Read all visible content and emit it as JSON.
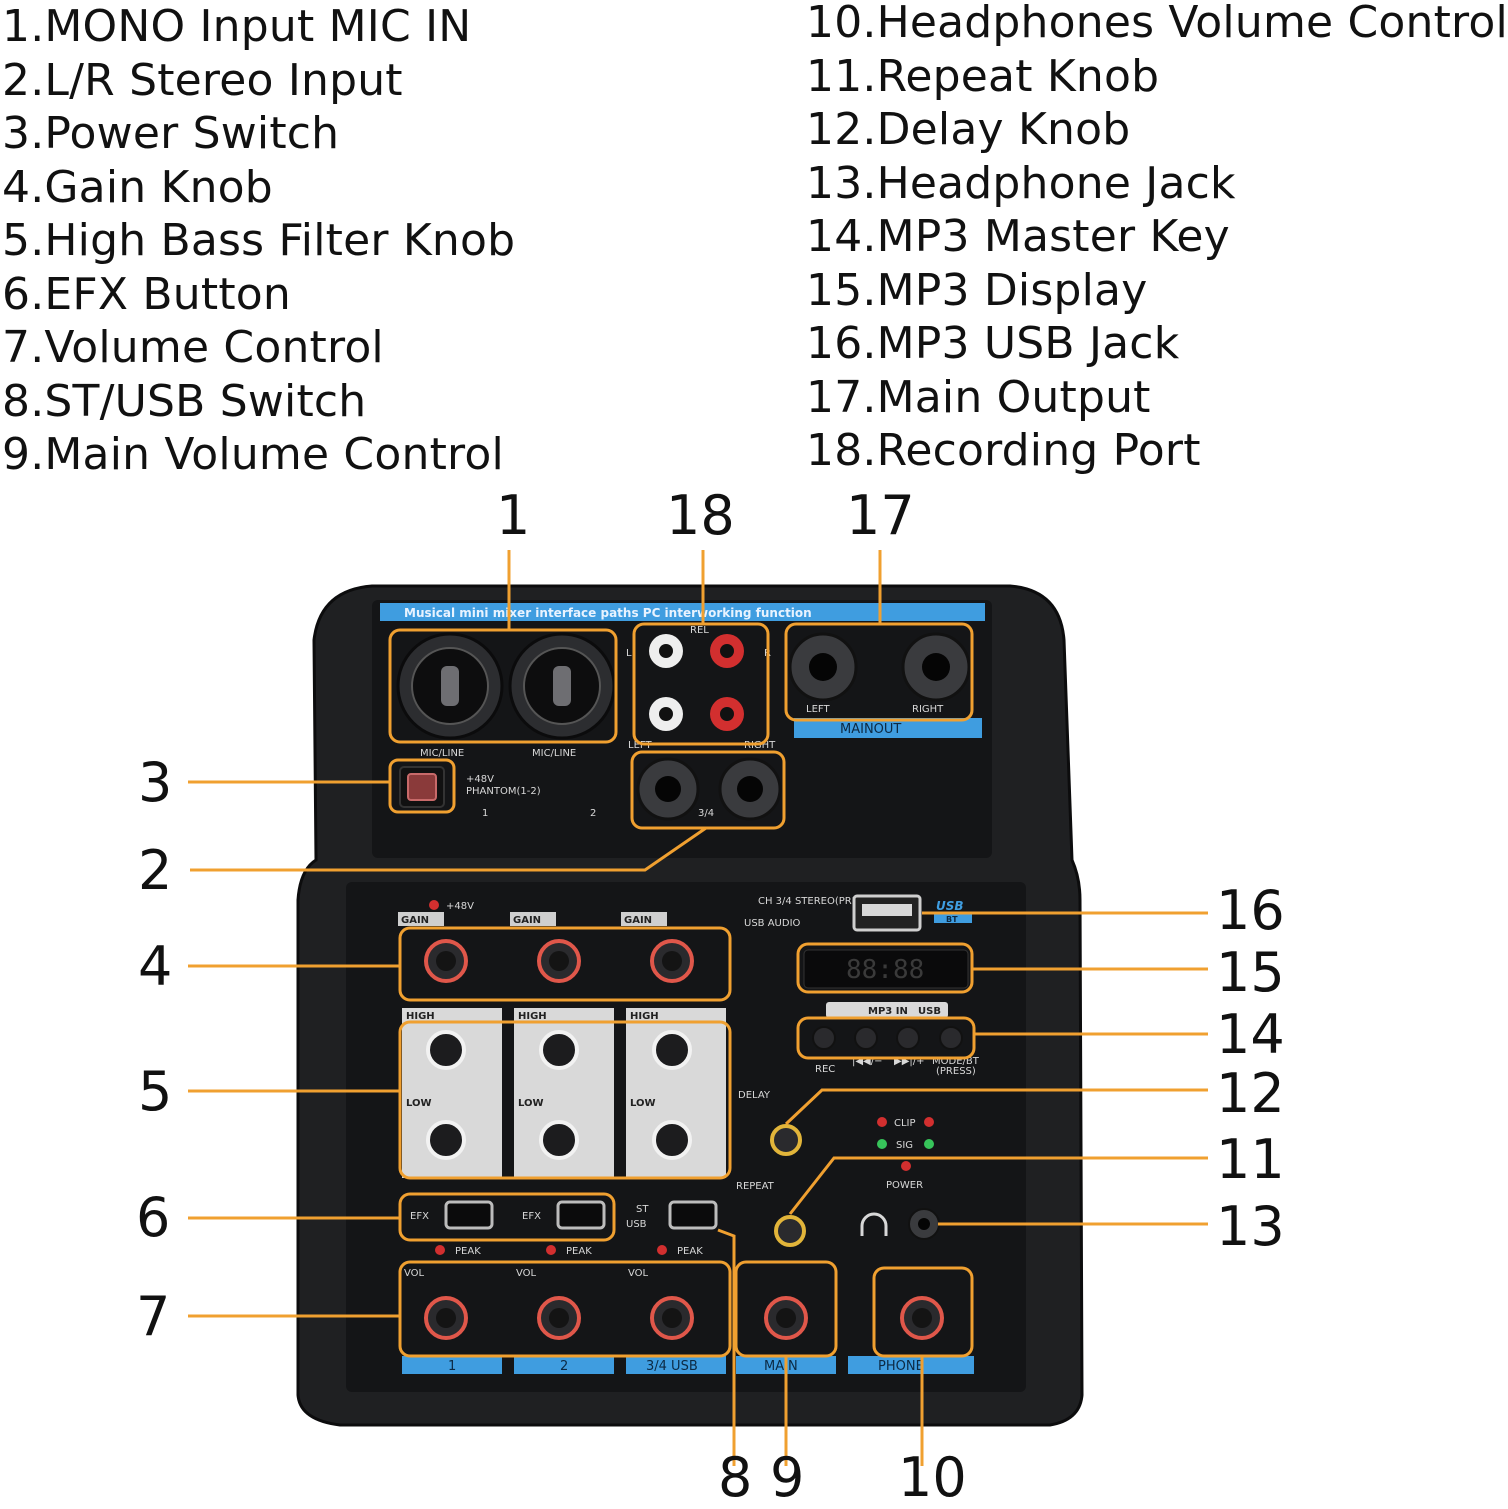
{
  "legend_left": [
    "1.MONO Input MIC IN",
    "2.L/R Stereo Input",
    "3.Power Switch",
    "4.Gain Knob",
    "5.High Bass Filter Knob",
    "6.EFX Button",
    "7.Volume Control",
    "8.ST/USB Switch",
    "9.Main Volume Control"
  ],
  "legend_right": [
    "10.Headphones Volume Control",
    "11.Repeat Knob",
    "12.Delay Knob",
    "13.Headphone Jack",
    "14.MP3 Master Key",
    "15.MP3 Display",
    "16.MP3 USB Jack",
    "17.Main Output",
    "18.Recording Port"
  ],
  "callouts": {
    "c1": "1",
    "c18": "18",
    "c17": "17",
    "c3": "3",
    "c2": "2",
    "c4": "4",
    "c5": "5",
    "c6": "6",
    "c7": "7",
    "c16": "16",
    "c15": "15",
    "c14": "14",
    "c12": "12",
    "c11": "11",
    "c13": "13",
    "c8": "8",
    "c9": "9",
    "c10": "10"
  },
  "panel": {
    "banner": "Musical mini mixer interface paths PC interworking function",
    "mic_line": "MIC/LINE",
    "phantom": "+48V",
    "phantom2": "PHANTOM(1-2)",
    "ch1": "1",
    "ch2": "2",
    "rca_rel": "REL",
    "rca_l": "L",
    "rca_r": "R",
    "rca_left": "LEFT",
    "rca_right": "RIGHT",
    "stereo_34": "3/4",
    "left": "LEFT",
    "right": "RIGHT",
    "mainout": "MAINOUT",
    "gain": "GAIN",
    "high": "HIGH",
    "low": "LOW",
    "efx": "EFX",
    "peak": "PEAK",
    "vol": "VOL",
    "st": "ST",
    "usb": "USB",
    "delay": "DELAY",
    "repeat": "REPEAT",
    "clip": "CLIP",
    "sig": "SIG",
    "power": "POWER",
    "plus48v": "+48V",
    "usb_bt": "USB",
    "bt": "BT",
    "ch34_stereo": "CH 3/4 STEREO(PRE)",
    "usb_audio": "USB AUDIO",
    "mp3in": "MP3 IN",
    "mp3usb": "USB",
    "display": "88:88",
    "rec": "REC",
    "prev": "|◀◀/−",
    "next": "▶▶|/+",
    "mode": "MODE/BT",
    "press": "(PRESS)",
    "strip1": "1",
    "strip2": "2",
    "strip3": "3/4 USB",
    "strip_main": "MAIN",
    "strip_phone": "PHONE"
  },
  "colors": {
    "callout": "#f0a030",
    "body": "#1f2022",
    "panel": "#141517",
    "strip": "#3f9de0",
    "eq": "#d9d9d9"
  }
}
